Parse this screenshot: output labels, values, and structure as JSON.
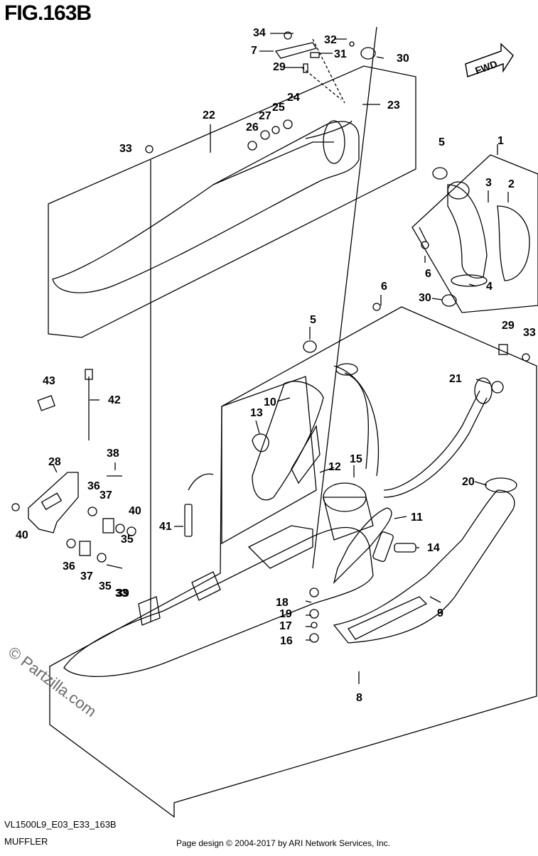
{
  "figure": {
    "title": "FIG.163B",
    "model_code": "VL1500L9_E03_E33_163B",
    "section_name": "MUFFLER",
    "credit": "Page design © 2004-2017 by ARI Network Services, Inc.",
    "watermark": "© Partzilla.com",
    "direction_label": "FWD"
  },
  "callouts": [
    "1",
    "2",
    "3",
    "4",
    "5",
    "5",
    "6",
    "6",
    "7",
    "8",
    "9",
    "10",
    "11",
    "12",
    "13",
    "14",
    "15",
    "16",
    "17",
    "18",
    "19",
    "20",
    "21",
    "22",
    "23",
    "24",
    "25",
    "26",
    "27",
    "28",
    "29",
    "29",
    "30",
    "30",
    "31",
    "32",
    "33",
    "33",
    "33",
    "34",
    "35",
    "35",
    "36",
    "36",
    "37",
    "37",
    "38",
    "39",
    "40",
    "40",
    "41",
    "42",
    "43"
  ]
}
